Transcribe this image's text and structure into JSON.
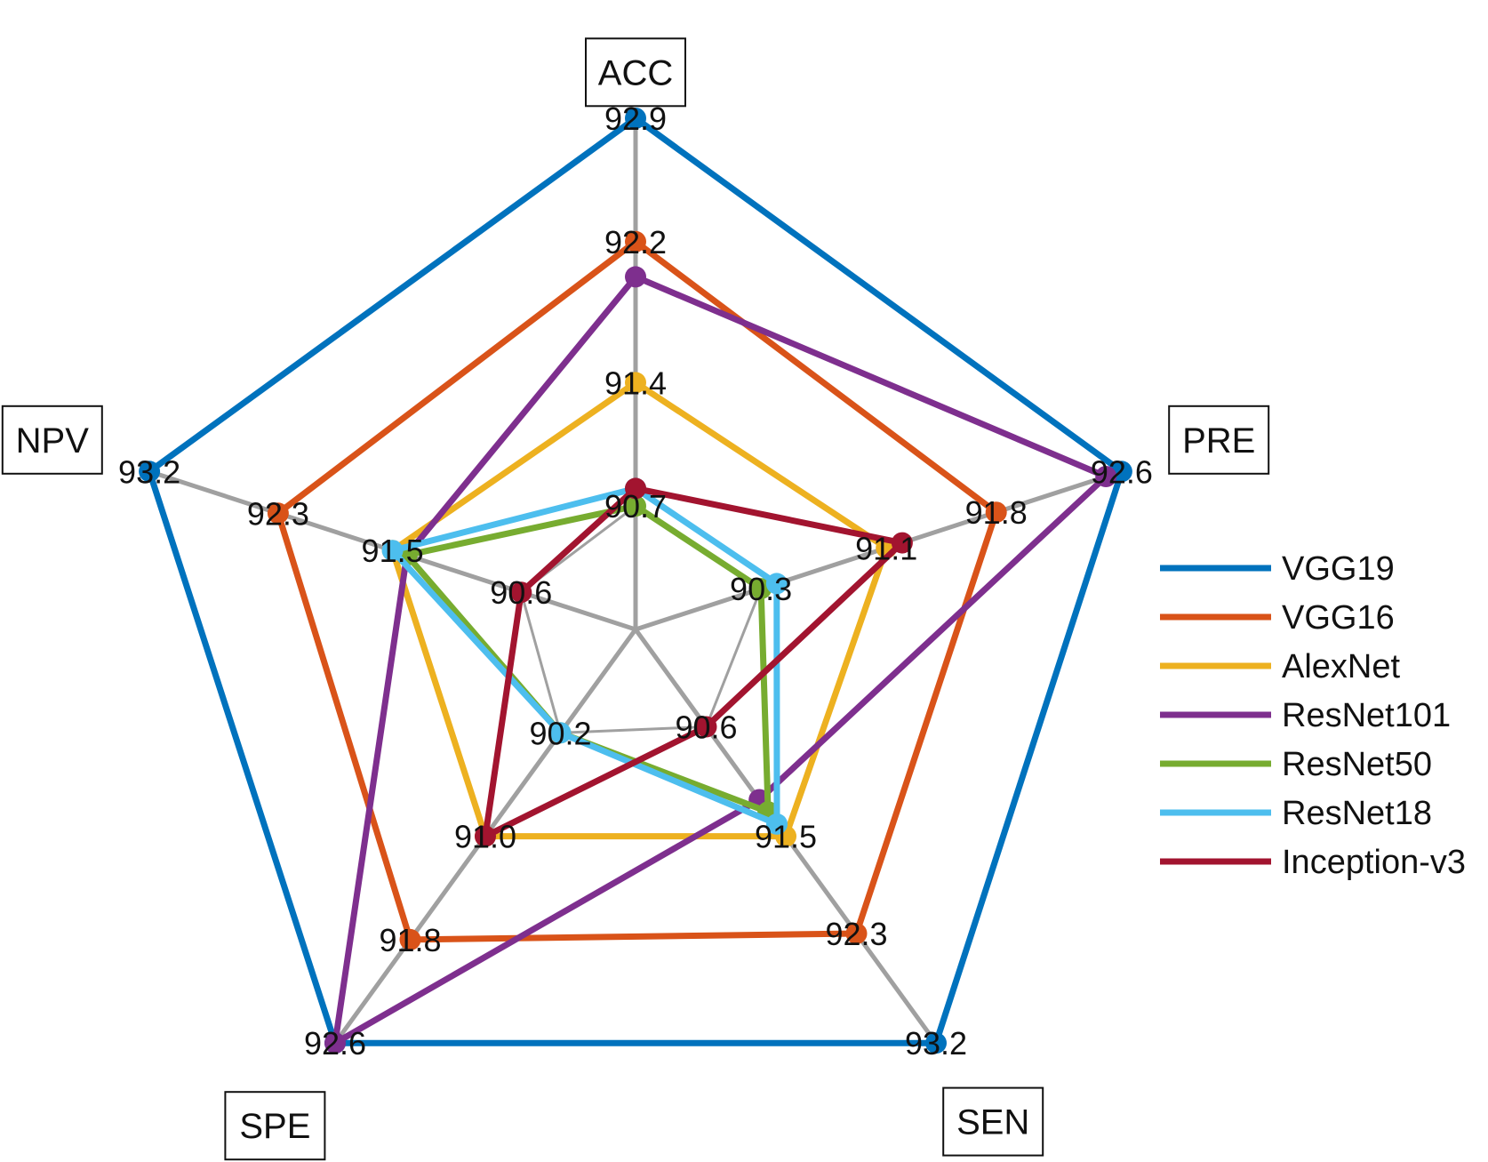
{
  "chart_data": {
    "type": "radar",
    "axes": [
      "ACC",
      "PRE",
      "SEN",
      "SPE",
      "NPV"
    ],
    "ticks": [
      [
        "90.7",
        "91.4",
        "92.2",
        "92.9"
      ],
      [
        "90.3",
        "91.1",
        "91.8",
        "92.6"
      ],
      [
        "90.6",
        "91.5",
        "92.3",
        "93.2"
      ],
      [
        "90.2",
        "91.0",
        "91.8",
        "92.6"
      ],
      [
        "90.6",
        "91.5",
        "92.3",
        "93.2"
      ]
    ],
    "axis_ranges": [
      [
        90.0,
        92.9
      ],
      [
        89.5,
        92.6
      ],
      [
        89.8,
        93.2
      ],
      [
        89.4,
        92.6
      ],
      [
        89.8,
        93.2
      ]
    ],
    "series": [
      {
        "name": "VGG19",
        "color": "#0072BD",
        "values": [
          92.9,
          92.6,
          93.2,
          92.6,
          93.2
        ]
      },
      {
        "name": "VGG16",
        "color": "#D95319",
        "values": [
          92.2,
          91.8,
          92.3,
          91.8,
          92.3
        ]
      },
      {
        "name": "AlexNet",
        "color": "#EDB120",
        "values": [
          91.4,
          91.1,
          91.5,
          91.0,
          91.5
        ]
      },
      {
        "name": "ResNet101",
        "color": "#7E2F8E",
        "values": [
          92.0,
          92.5,
          91.2,
          92.6,
          91.4
        ]
      },
      {
        "name": "ResNet50",
        "color": "#77AC30",
        "values": [
          90.7,
          90.3,
          91.3,
          90.2,
          91.4
        ]
      },
      {
        "name": "ResNet18",
        "color": "#4DBEEE",
        "values": [
          90.8,
          90.4,
          91.4,
          90.2,
          91.5
        ]
      },
      {
        "name": "Inception-v3",
        "color": "#A2142F",
        "values": [
          90.8,
          91.2,
          90.6,
          91.0,
          90.6
        ]
      }
    ],
    "legend_position": "right",
    "grid": true
  }
}
